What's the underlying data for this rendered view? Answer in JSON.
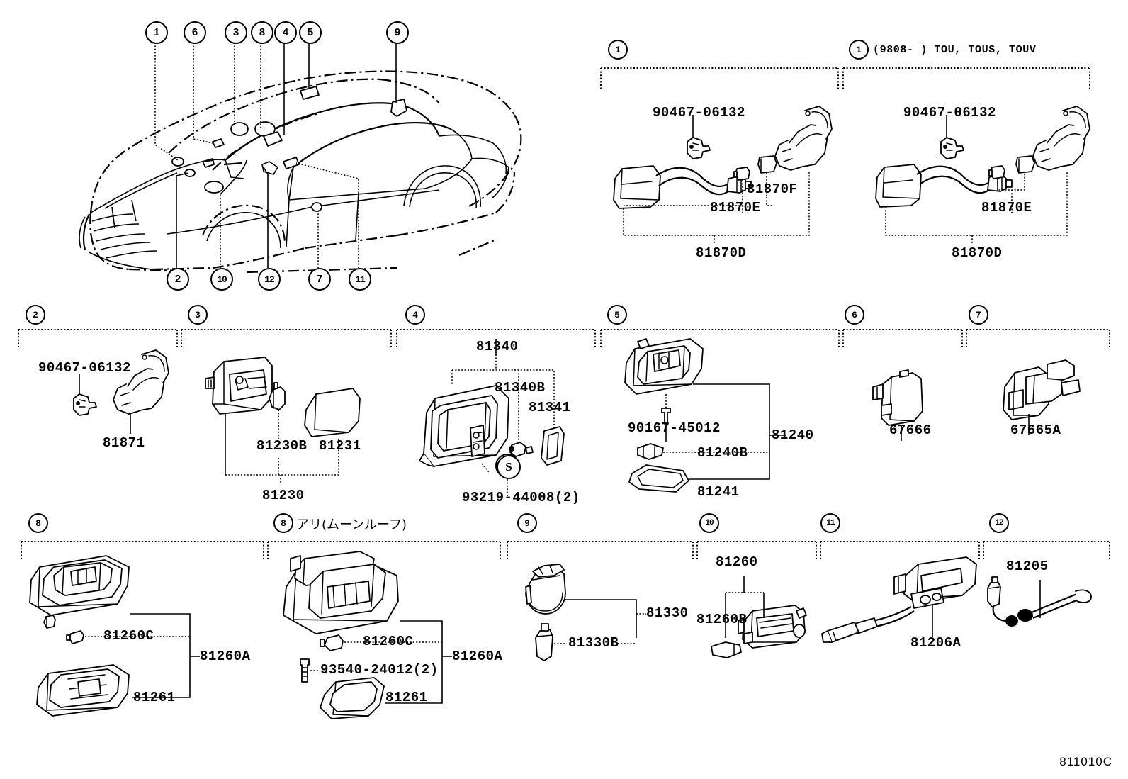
{
  "diagram": {
    "code": "811010C",
    "group1_right_header": "(9808-      ) TOU, TOUS, TOUV",
    "moonroof_note": "アリ(ムーンルーフ)",
    "s_marker": "S"
  },
  "callouts": {
    "top": [
      "1",
      "6",
      "3",
      "8",
      "4",
      "5",
      "9"
    ],
    "bottom": [
      "2",
      "10",
      "12",
      "7",
      "11"
    ]
  },
  "groups": [
    {
      "id": "g1a",
      "number": "1",
      "header": "",
      "parts": [
        {
          "label": "90467-06132"
        },
        {
          "label": "81870F"
        },
        {
          "label": "81870E"
        },
        {
          "label": "81870D"
        }
      ]
    },
    {
      "id": "g1b",
      "number": "1",
      "header": "(9808-      ) TOU, TOUS, TOUV",
      "parts": [
        {
          "label": "90467-06132"
        },
        {
          "label": "81870E"
        },
        {
          "label": "81870D"
        }
      ]
    },
    {
      "id": "g2",
      "number": "2",
      "header": "",
      "parts": [
        {
          "label": "90467-06132"
        },
        {
          "label": "81871"
        }
      ]
    },
    {
      "id": "g3",
      "number": "3",
      "header": "",
      "parts": [
        {
          "label": "81230B"
        },
        {
          "label": "81231"
        },
        {
          "label": "81230"
        }
      ]
    },
    {
      "id": "g4",
      "number": "4",
      "header": "",
      "parts": [
        {
          "label": "81340"
        },
        {
          "label": "81340B"
        },
        {
          "label": "81341"
        },
        {
          "label": "93219-44008(2)"
        }
      ]
    },
    {
      "id": "g5",
      "number": "5",
      "header": "",
      "parts": [
        {
          "label": "90167-45012"
        },
        {
          "label": "81240"
        },
        {
          "label": "81240B"
        },
        {
          "label": "81241"
        }
      ]
    },
    {
      "id": "g6",
      "number": "6",
      "header": "",
      "parts": [
        {
          "label": "67666"
        }
      ]
    },
    {
      "id": "g7",
      "number": "7",
      "header": "",
      "parts": [
        {
          "label": "67665A"
        }
      ]
    },
    {
      "id": "g8a",
      "number": "8",
      "header": "",
      "parts": [
        {
          "label": "81260C"
        },
        {
          "label": "81260A"
        },
        {
          "label": "81261"
        }
      ]
    },
    {
      "id": "g8b",
      "number": "8",
      "header": "アリ(ムーンルーフ)",
      "parts": [
        {
          "label": "81260C"
        },
        {
          "label": "93540-24012(2)"
        },
        {
          "label": "81260A"
        },
        {
          "label": "81261"
        }
      ]
    },
    {
      "id": "g9",
      "number": "9",
      "header": "",
      "parts": [
        {
          "label": "81330"
        },
        {
          "label": "81330B"
        }
      ]
    },
    {
      "id": "g10",
      "number": "10",
      "header": "",
      "parts": [
        {
          "label": "81260"
        },
        {
          "label": "81260B"
        }
      ]
    },
    {
      "id": "g11",
      "number": "11",
      "header": "",
      "parts": [
        {
          "label": "81206A"
        }
      ]
    },
    {
      "id": "g12",
      "number": "12",
      "header": "",
      "parts": [
        {
          "label": "81205"
        }
      ]
    }
  ],
  "labels": {
    "g1a_90467": "90467-06132",
    "g1a_81870F": "81870F",
    "g1a_81870E": "81870E",
    "g1a_81870D": "81870D",
    "g1b_90467": "90467-06132",
    "g1b_81870E": "81870E",
    "g1b_81870D": "81870D",
    "g2_90467": "90467-06132",
    "g2_81871": "81871",
    "g3_81230B": "81230B",
    "g3_81231": "81231",
    "g3_81230": "81230",
    "g4_81340": "81340",
    "g4_81340B": "81340B",
    "g4_81341": "81341",
    "g4_93219": "93219-44008(2)",
    "g5_90167": "90167-45012",
    "g5_81240": "81240",
    "g5_81240B": "81240B",
    "g5_81241": "81241",
    "g6_67666": "67666",
    "g7_67665A": "67665A",
    "g8a_81260C": "81260C",
    "g8a_81260A": "81260A",
    "g8a_81261": "81261",
    "g8b_81260C": "81260C",
    "g8b_93540": "93540-24012(2)",
    "g8b_81260A": "81260A",
    "g8b_81261": "81261",
    "g9_81330": "81330",
    "g9_81330B": "81330B",
    "g10_81260": "81260",
    "g10_81260B": "81260B",
    "g11_81206A": "81206A",
    "g12_81205": "81205"
  }
}
